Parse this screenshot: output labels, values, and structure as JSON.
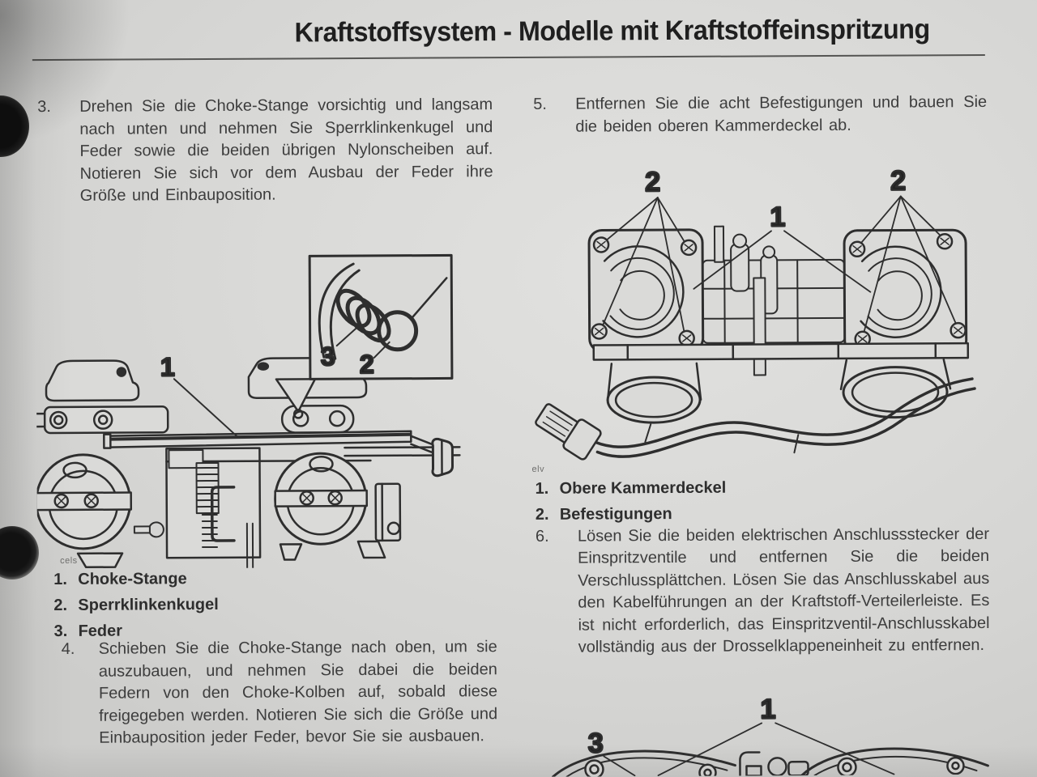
{
  "page": {
    "title": "Kraftstoffsystem - Modelle mit Kraftstoffeinspritzung",
    "paper_color": "#dadad8",
    "ink_color": "#3d3d3d",
    "line_art_color": "#2e2e2e",
    "hole_color": "#0e0e0e"
  },
  "left_column": {
    "step_3": {
      "number": "3.",
      "text": "Drehen Sie die Choke-Stange vorsichtig und langsam nach unten und nehmen Sie Sperrklinkenkugel und Feder sowie die beiden übrigen Nylonscheiben auf. Notieren Sie sich vor dem Ausbau der Feder ihre Größe und Einbauposition."
    },
    "figure_1": {
      "caption_fragment": "cels",
      "callout_rod": "1",
      "callout_ball": "2",
      "callout_spring": "3",
      "legend": [
        {
          "number": "1.",
          "label": "Choke-Stange"
        },
        {
          "number": "2.",
          "label": "Sperrklinkenkugel"
        },
        {
          "number": "3.",
          "label": "Feder"
        }
      ]
    },
    "step_4": {
      "number": "4.",
      "text": "Schieben Sie die Choke-Stange nach oben, um sie auszubauen, und nehmen Sie dabei die beiden Federn von den Choke-Kolben auf, sobald diese freigegeben werden. Notieren Sie sich die Größe und Einbauposition jeder Feder, bevor Sie sie ausbauen."
    }
  },
  "right_column": {
    "step_5": {
      "number": "5.",
      "text": "Entfernen Sie die acht Befestigungen und bauen Sie die beiden oberen Kammerdeckel ab."
    },
    "figure_2": {
      "caption_fragment": "elv",
      "callout_covers": "1",
      "callout_fasteners_left": "2",
      "callout_fasteners_right": "2",
      "legend": [
        {
          "number": "1.",
          "label": "Obere Kammerdeckel"
        },
        {
          "number": "2.",
          "label": "Befestigungen"
        }
      ]
    },
    "step_6": {
      "number": "6.",
      "text": "Lösen Sie die beiden elektrischen Anschlussstecker der Einspritzventile und entfernen Sie die beiden Verschlussplättchen. Lösen Sie das Anschlusskabel aus den Kabelführungen an der Kraftstoff-Verteilerleiste. Es ist nicht erforderlich, das Einspritzventil-Anschlusskabel vollständig aus der Drosselklappeneinheit zu entfernen."
    },
    "figure_3": {
      "callout_covers": "1",
      "callout_plate": "3"
    }
  }
}
